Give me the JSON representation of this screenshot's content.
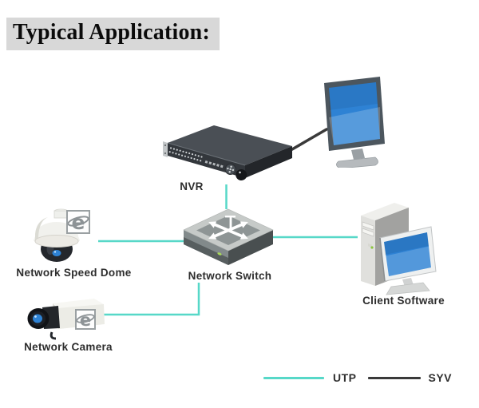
{
  "title": "Typical Application:",
  "diagram": {
    "nodes": {
      "nvr": {
        "label": "NVR"
      },
      "switch": {
        "label": "Network Switch"
      },
      "speed_dome": {
        "label": "Network Speed Dome"
      },
      "camera": {
        "label": "Network Camera"
      },
      "client": {
        "label": "Client Software"
      }
    },
    "connections": [
      {
        "from": "NVR",
        "to": "Monitor",
        "cable": "SYV"
      },
      {
        "from": "NVR",
        "to": "Network Switch",
        "cable": "UTP"
      },
      {
        "from": "Network Speed Dome",
        "to": "Network Switch",
        "cable": "UTP"
      },
      {
        "from": "Network Camera",
        "to": "Network Switch",
        "cable": "UTP"
      },
      {
        "from": "Network Switch",
        "to": "Client Software",
        "cable": "UTP"
      }
    ],
    "ie_badge_glyph": "e"
  },
  "legend": {
    "utp": "UTP",
    "syv": "SYV"
  },
  "colors": {
    "utp": "#57d8c8",
    "syv": "#3a3a3a",
    "title_highlight": "#d8d8d8",
    "screen_blue": "#2e82d4"
  }
}
